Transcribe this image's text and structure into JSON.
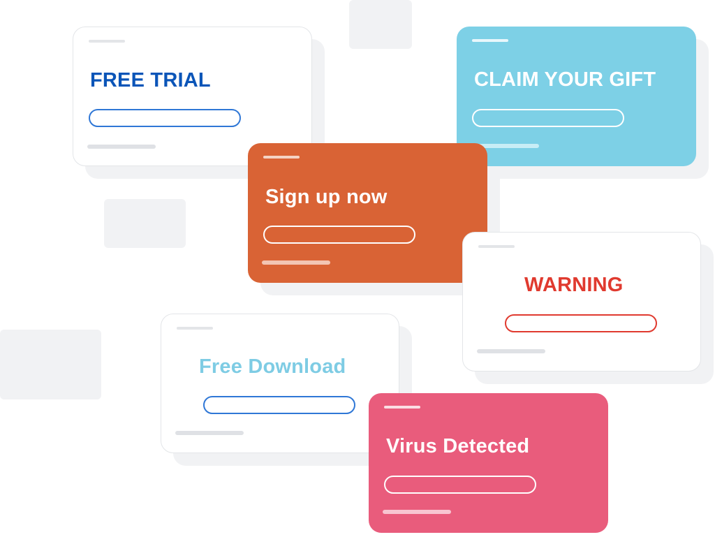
{
  "cards": {
    "free_trial": {
      "title": "FREE TRIAL",
      "title_color": "#0b55b8",
      "pill_color": "#2f77d6"
    },
    "claim_gift": {
      "title": "CLAIM YOUR GIFT",
      "background": "#7dd0e6"
    },
    "sign_up": {
      "title": "Sign up now",
      "background": "#d96335"
    },
    "warning": {
      "title": "WARNING",
      "title_color": "#e03a2f",
      "pill_color": "#e03a2f"
    },
    "free_download": {
      "title": "Free Download",
      "title_color": "#7ecce4",
      "pill_color": "#2f77d6"
    },
    "virus_detected": {
      "title": "Virus Detected",
      "background": "#e95c7c"
    }
  }
}
